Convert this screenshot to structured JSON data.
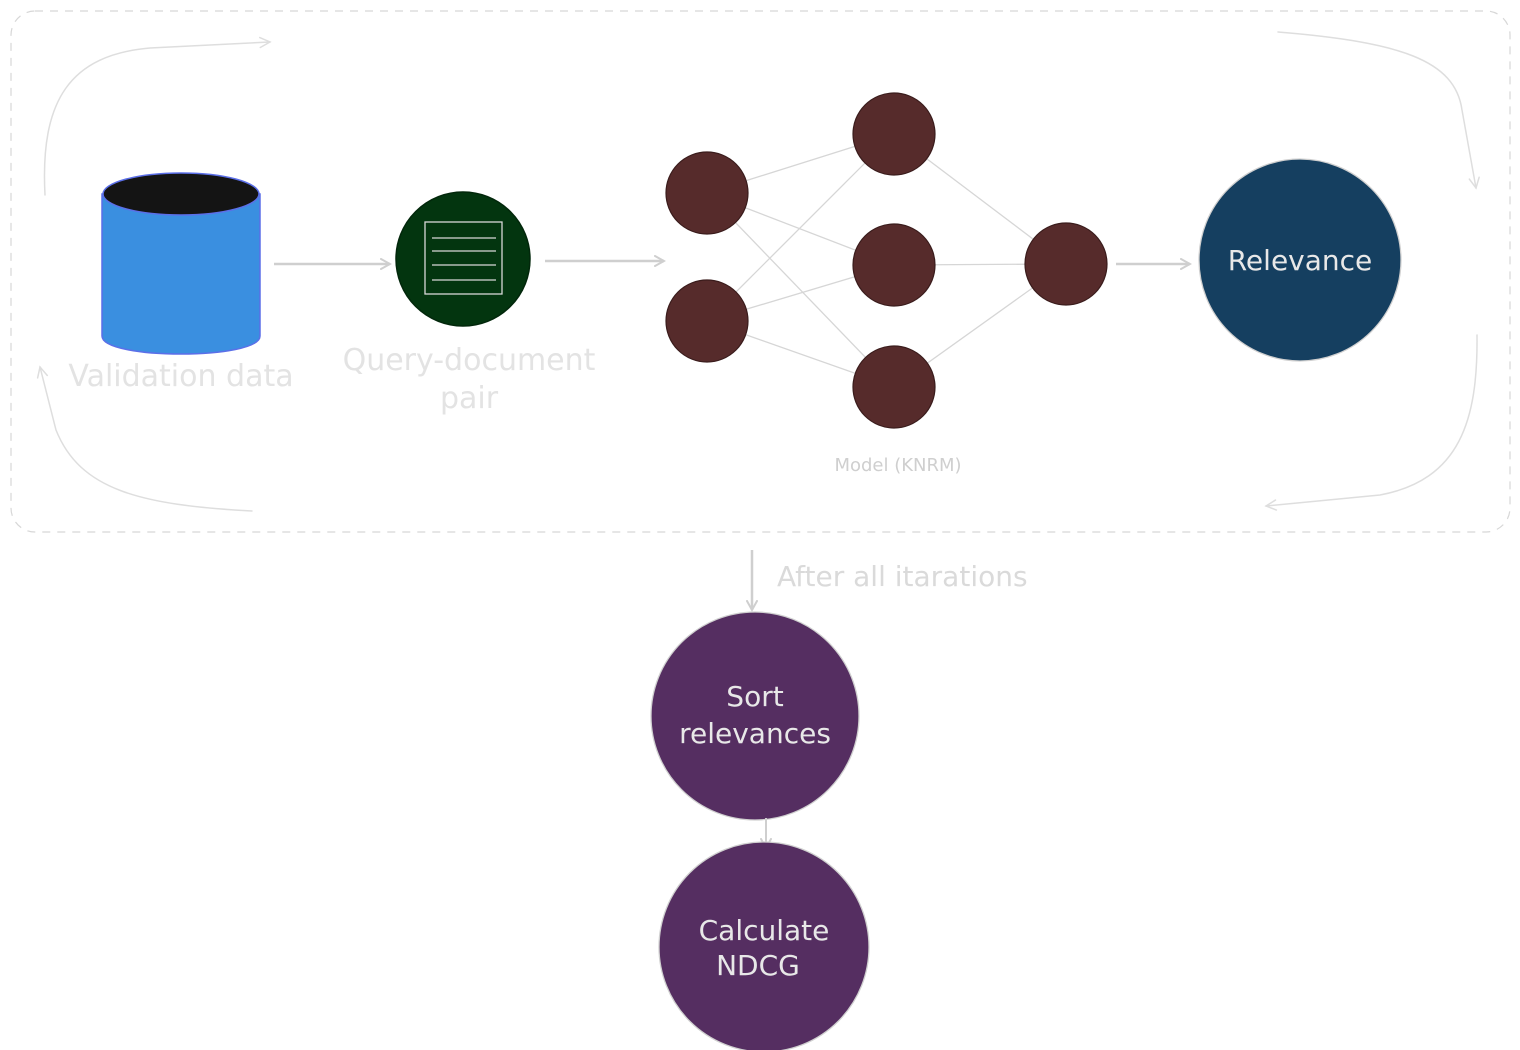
{
  "diagram": {
    "loop": {
      "label": "After all itarations"
    },
    "nodes": {
      "validation_data": {
        "label": "Validation data"
      },
      "query_document_pair": {
        "label_line1": "Query-document",
        "label_line2": "pair"
      },
      "model": {
        "label": "Model (KNRM)"
      },
      "relevance": {
        "label": "Relevance"
      },
      "sort_relevances": {
        "label_line1": "Sort",
        "label_line2": "relevances"
      },
      "calculate_ndcg": {
        "label_line1": "Calculate",
        "label_line2": "NDCG"
      }
    },
    "icons": {
      "database": "database-icon",
      "document": "document-icon",
      "neural_net": "neural-network-icon"
    },
    "colors": {
      "database_body": "#3a8fe0",
      "database_top": "#141414",
      "document_circle": "#03350f",
      "neuron": "#562b2b",
      "relevance_circle": "#153f60",
      "process_circle": "#552e61",
      "stroke_light": "#d0d0d0",
      "text_faded": "#e3e3e3",
      "text_on_dark": "#e8e8e8"
    }
  }
}
